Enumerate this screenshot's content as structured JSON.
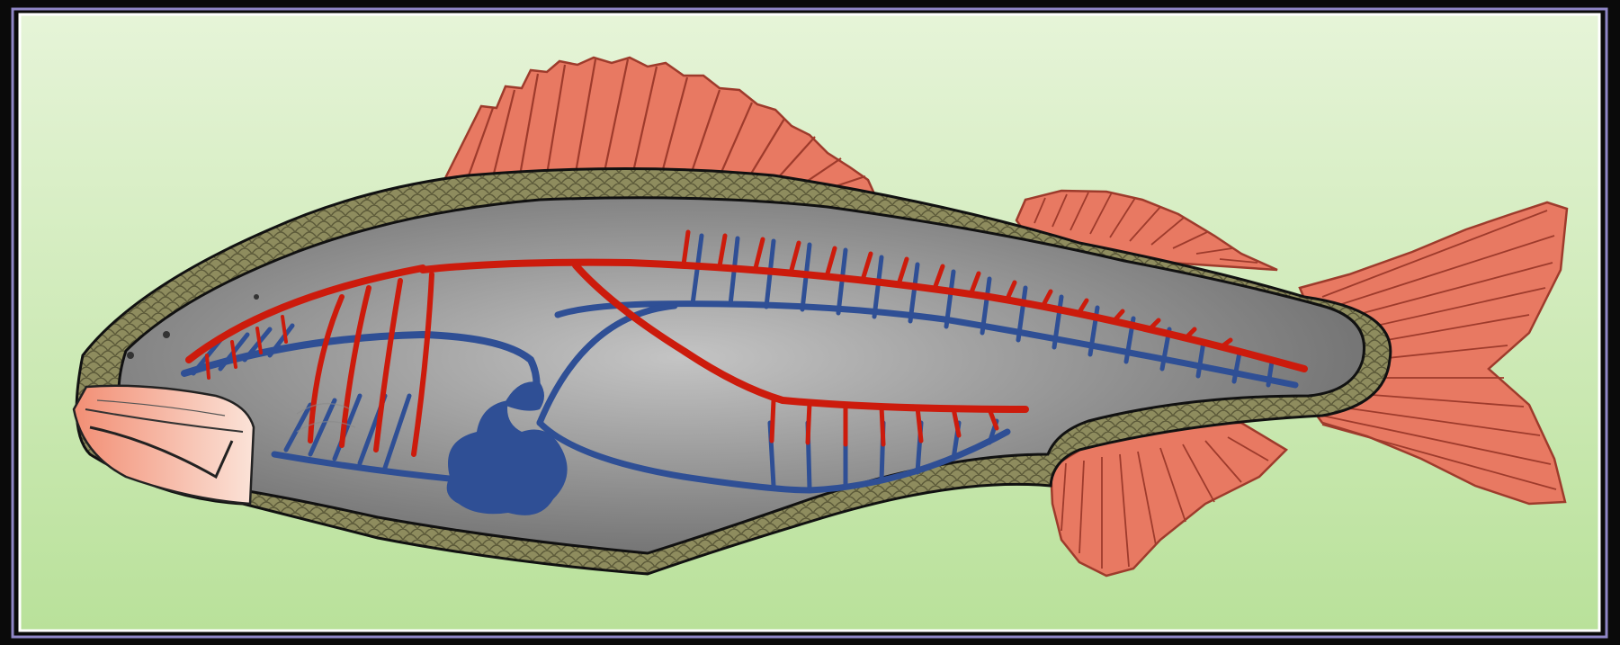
{
  "diagram": {
    "subject": "fish-circulatory-system",
    "labels": [],
    "colors": {
      "background_top": "#e6f4d8",
      "background_bottom": "#b9e19a",
      "frame": "#0a0a0a",
      "frame_glow": "#7f73b8",
      "fin": "#e87962",
      "fin_ray": "#9e3b2c",
      "skin": "#8c8a5c",
      "body_light": "#c4c4c4",
      "body_dark": "#6e6e6e",
      "artery": "#cc1b0c",
      "vein": "#2f4f95",
      "mouth": "#f0a48a"
    },
    "icons": [
      "fish-body",
      "heart-icon",
      "gill-arches",
      "artery-network",
      "vein-network"
    ]
  }
}
